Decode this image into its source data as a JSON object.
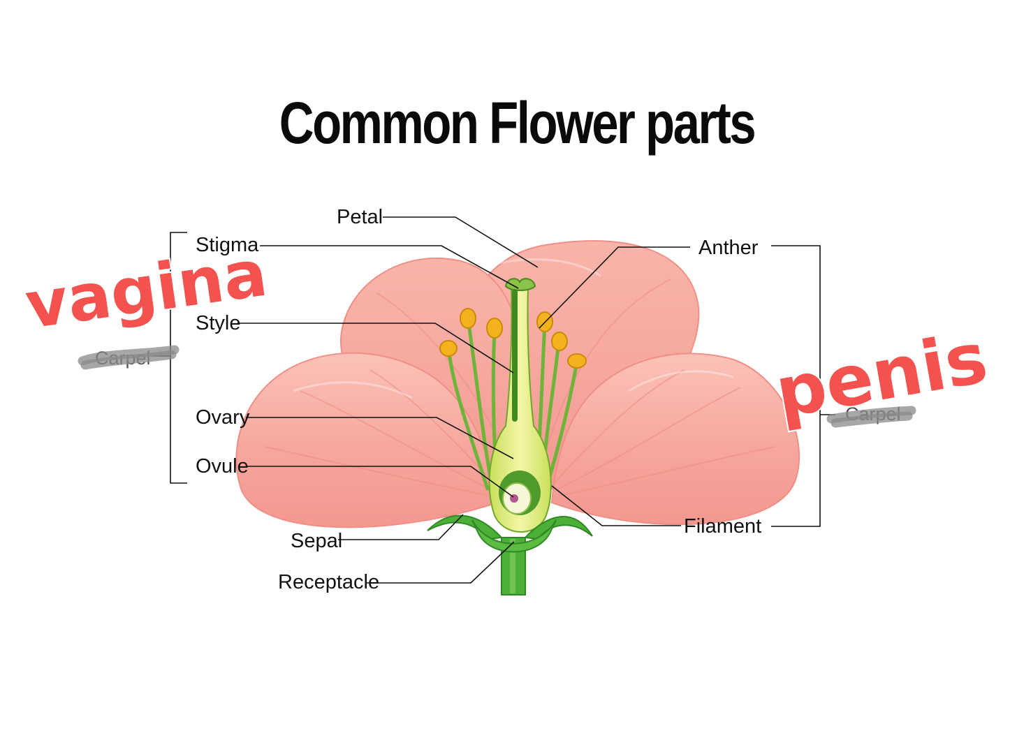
{
  "title": "Common Flower parts",
  "labels": {
    "petal": "Petal",
    "stigma": "Stigma",
    "style": "Style",
    "ovary": "Ovary",
    "ovule": "Ovule",
    "sepal": "Sepal",
    "receptacle": "Receptacle",
    "anther": "Anther",
    "filament": "Filament"
  },
  "group_labels": {
    "left": "Carpel",
    "right": "Carpel"
  },
  "annotations": {
    "left": "vagina",
    "right": "penis"
  },
  "colors": {
    "petal": "#f7a9a0",
    "petal_light": "#fcd0c8",
    "stem": "#4fae3a",
    "stem_dark": "#2f8a25",
    "pistil": "#e9f08a",
    "anther": "#f5b21f",
    "annotation": "#f4524f",
    "strike": "#8a8a8a"
  }
}
